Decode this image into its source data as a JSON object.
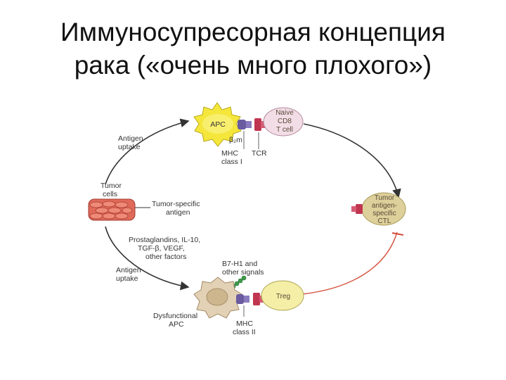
{
  "slide": {
    "title_line1": "Иммуносупресорная концепция",
    "title_line2": "рака («очень много плохого»)"
  },
  "diagram": {
    "apc": "APC",
    "naive_line1": "Naive",
    "naive_line2": "CD8",
    "naive_line3": "T cell",
    "b2m": "β₂m",
    "mhc1_line1": "MHC",
    "mhc1_line2": "class I",
    "tcr": "TCR",
    "antigen_uptake_top_line1": "Antigen",
    "antigen_uptake_top_line2": "uptake",
    "tumor_cells_line1": "Tumor",
    "tumor_cells_line2": "cells",
    "tumor_antigen_line1": "Tumor-specific",
    "tumor_antigen_line2": "antigen",
    "ctl_line1": "Tumor",
    "ctl_line2": "antigen-",
    "ctl_line3": "specific",
    "ctl_line4": "CTL",
    "factors_line1": "Prostaglandins, IL-10,",
    "factors_line2": "TGF-β, VEGF,",
    "factors_line3": "other factors",
    "antigen_uptake_bottom_line1": "Antigen",
    "antigen_uptake_bottom_line2": "uptake",
    "b7_line1": "B7-H1 and",
    "b7_line2": "other signals",
    "treg": "Treg",
    "dysfunctional_line1": "Dysfunctional",
    "dysfunctional_line2": "APC",
    "mhc2_line1": "MHC",
    "mhc2_line2": "class II"
  },
  "colors": {
    "apc_fill": "#f5e63c",
    "naive_fill": "#f2dde6",
    "ctl_fill": "#ddd09a",
    "treg_fill": "#f4eea6",
    "tumor_fill": "#e06a5a",
    "dysfunctional_fill": "#e2d1b4",
    "inhibition_line": "#d34f3c",
    "receptor_red": "#c03550",
    "receptor_purple": "#6a5aa0"
  }
}
